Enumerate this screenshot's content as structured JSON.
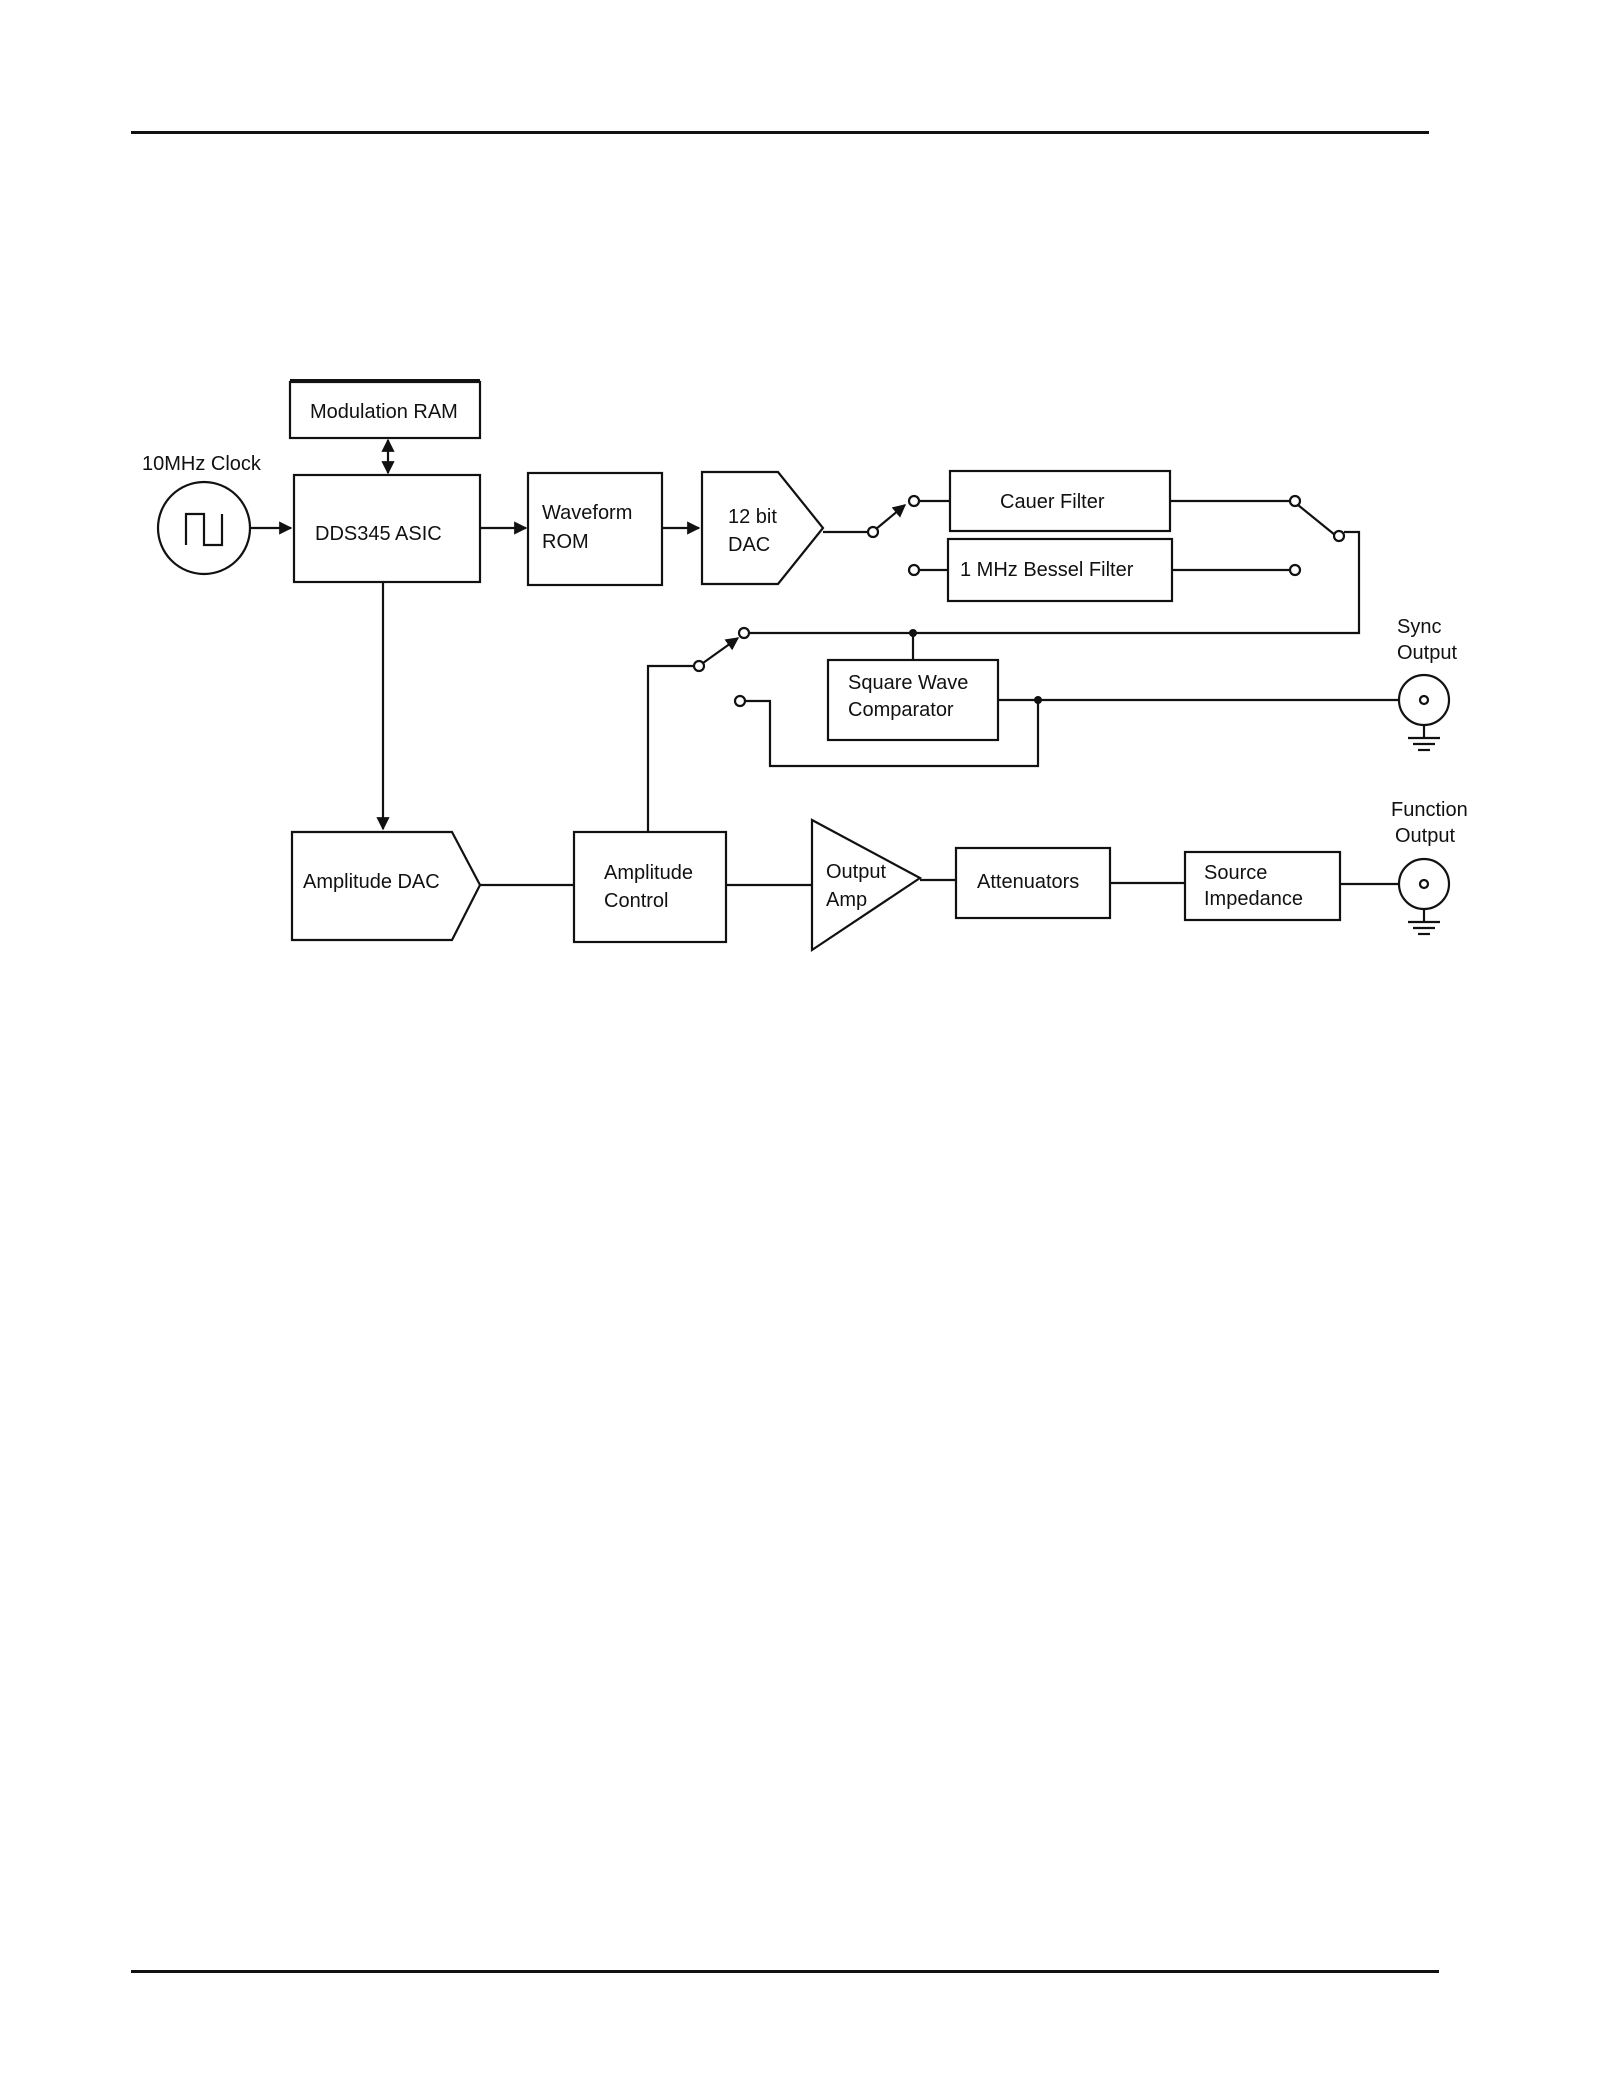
{
  "diagram": {
    "clock_label": "10MHz Clock",
    "modulation_ram": "Modulation RAM",
    "asic": "DDS345 ASIC",
    "waveform_rom": [
      "Waveform",
      "ROM"
    ],
    "dac12": [
      "12 bit",
      "DAC"
    ],
    "cauer_filter": "Cauer Filter",
    "bessel_filter": "1 MHz Bessel Filter",
    "sync_output": [
      "Sync",
      "Output"
    ],
    "square_wave_comparator": [
      "Square Wave",
      "Comparator"
    ],
    "function_output": [
      "Function",
      "Output"
    ],
    "amplitude_dac": "Amplitude DAC",
    "amplitude_control": [
      "Amplitude",
      "Control"
    ],
    "output_amp": [
      "Output",
      "Amp"
    ],
    "attenuators": "Attenuators",
    "source_impedance": [
      "Source",
      "Impedance"
    ]
  }
}
